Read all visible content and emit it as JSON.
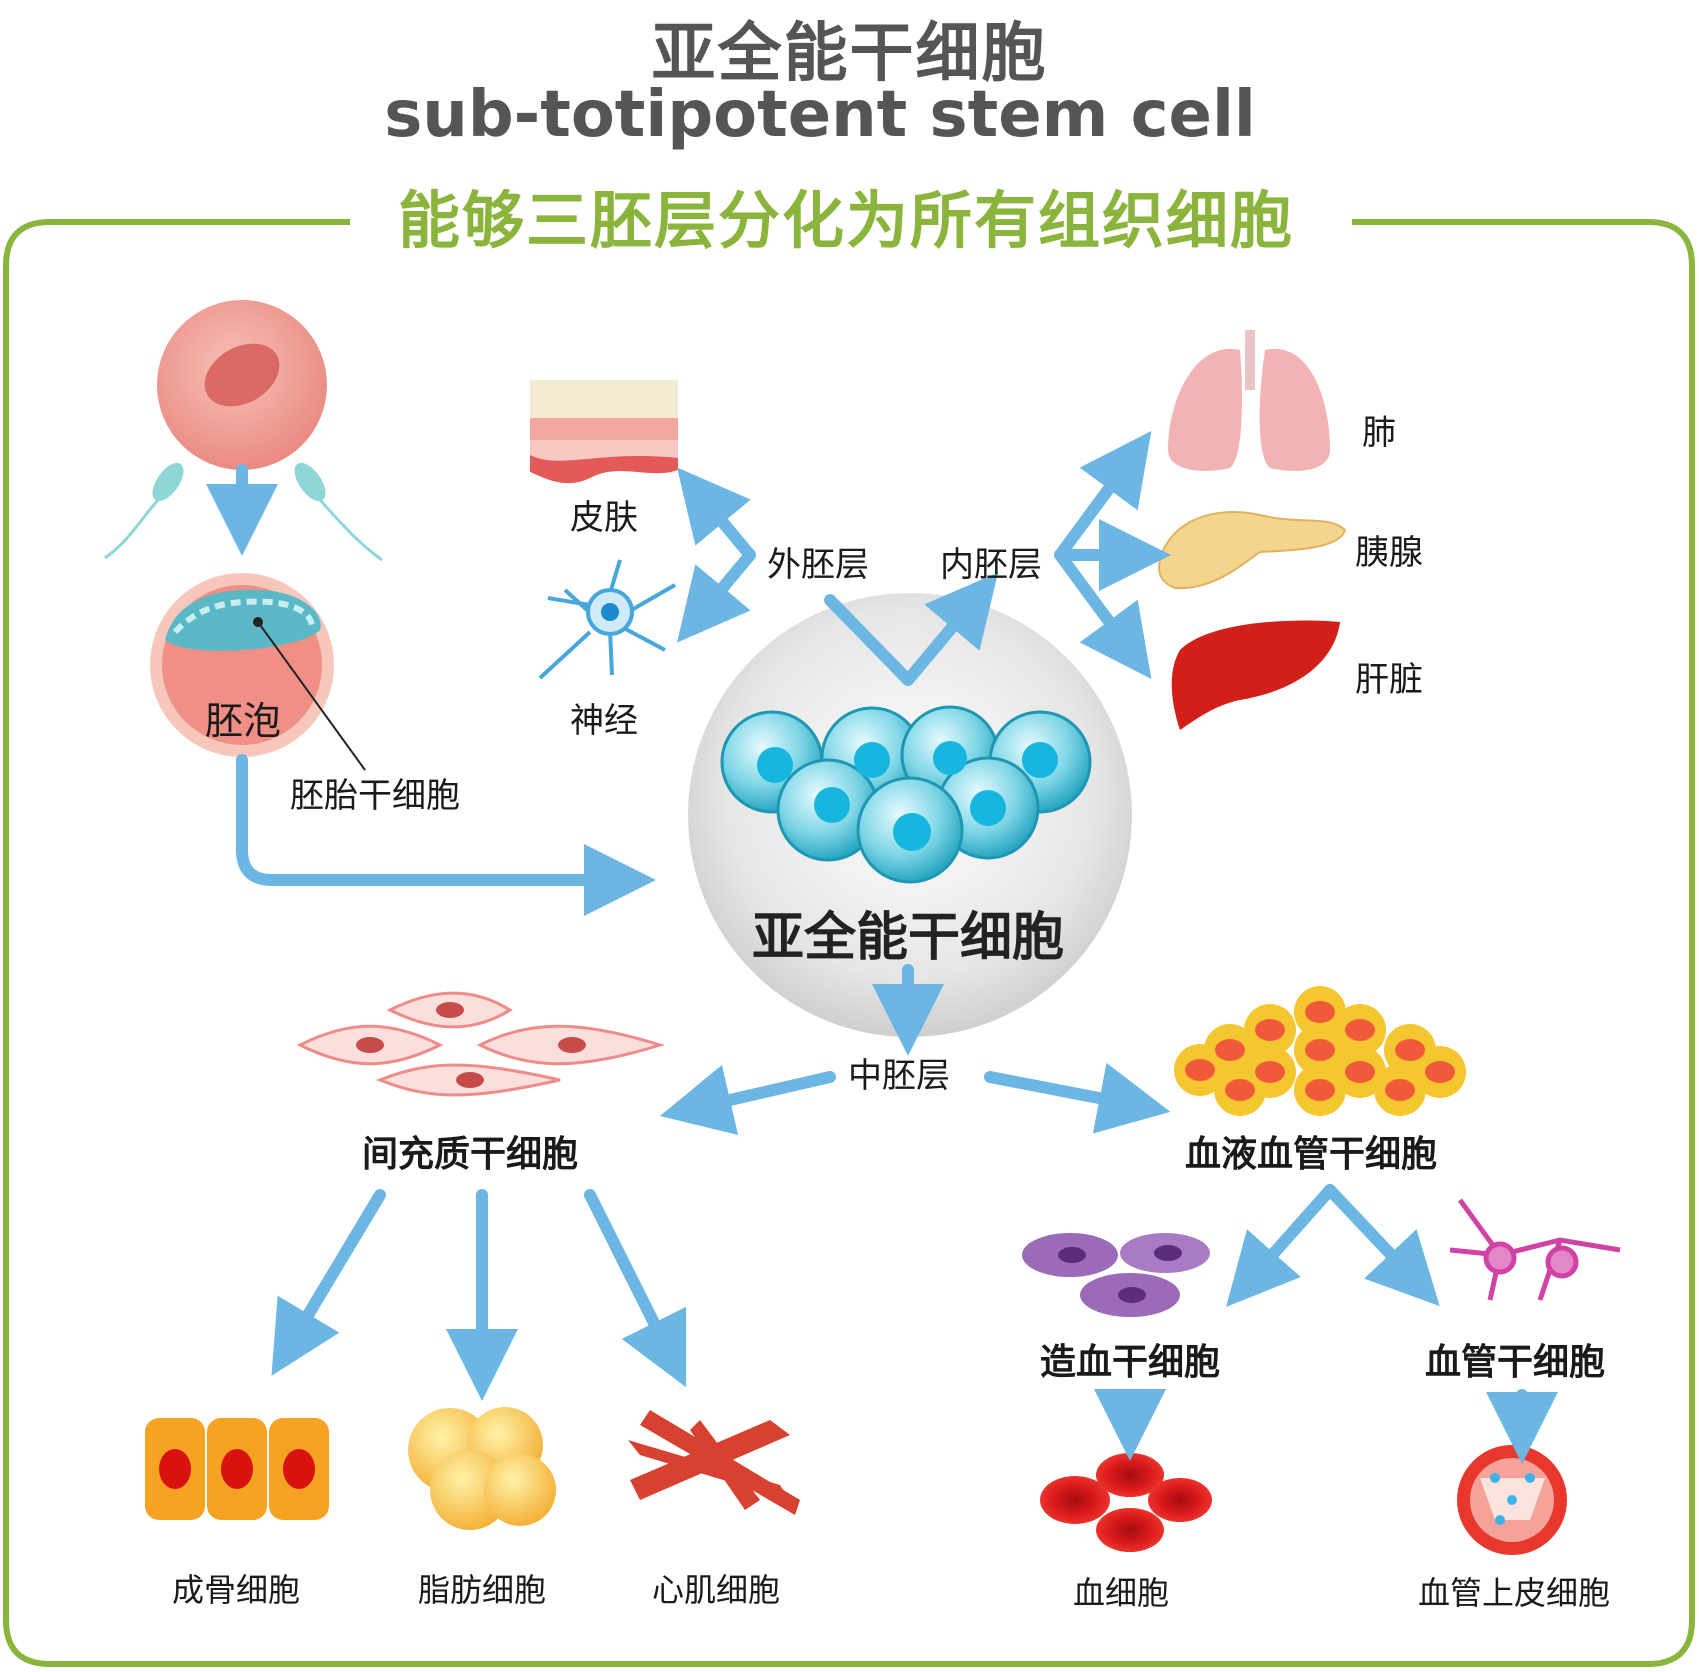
{
  "title": "亚全能干细胞",
  "title_en": "sub-totipotent stem cell",
  "subtitle": "能够三胚层分化为所有组织细胞",
  "center_label": "亚全能干细胞",
  "embryo": {
    "blastocyst": "胚泡",
    "embryonic_stem_cell": "胚胎干细胞"
  },
  "ectoderm": {
    "label": "外胚层",
    "skin": "皮肤",
    "nerve": "神经"
  },
  "endoderm": {
    "label": "内胚层",
    "lung": "肺",
    "pancreas": "胰腺",
    "liver": "肝脏"
  },
  "mesoderm": {
    "label": "中胚层"
  },
  "mesenchymal": {
    "label": "间充质干细胞",
    "bone": "成骨细胞",
    "fat": "脂肪细胞",
    "heart": "心肌细胞"
  },
  "hematovascular": {
    "label": "血液血管干细胞",
    "hematopoietic": "造血干细胞",
    "vascular": "血管干细胞",
    "blood_cell": "血细胞",
    "endothelial": "血管上皮细胞"
  },
  "colors": {
    "arrow": "#6cb6e3",
    "frame": "#8ab43b",
    "title": "#555555"
  },
  "icons": [
    "egg-cell-icon",
    "sperm-icon",
    "blastocyst-icon",
    "skin-icon",
    "neuron-icon",
    "lung-icon",
    "pancreas-icon",
    "liver-icon",
    "stem-cell-cluster-icon",
    "mesenchymal-cell-icon",
    "hematovascular-cell-icon",
    "hematopoietic-cell-icon",
    "vascular-cell-icon",
    "bone-cell-icon",
    "fat-cell-icon",
    "muscle-cell-icon",
    "red-blood-cell-icon",
    "vessel-icon"
  ]
}
